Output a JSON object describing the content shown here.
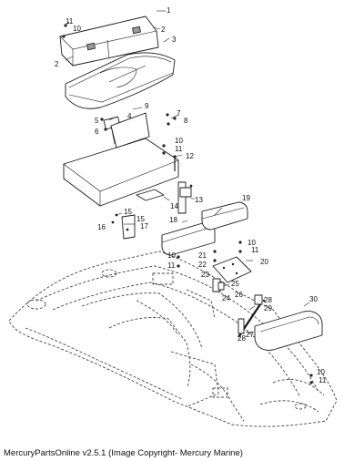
{
  "diagram": {
    "callouts": [
      {
        "id": "c1",
        "text": "1"
      },
      {
        "id": "c2a",
        "text": "2"
      },
      {
        "id": "c2b",
        "text": "2"
      },
      {
        "id": "c3",
        "text": "3"
      },
      {
        "id": "c11a",
        "text": "11"
      },
      {
        "id": "c10a",
        "text": "10"
      },
      {
        "id": "c4",
        "text": "4"
      },
      {
        "id": "c5",
        "text": "5"
      },
      {
        "id": "c6",
        "text": "6"
      },
      {
        "id": "c7",
        "text": "7"
      },
      {
        "id": "c8",
        "text": "8"
      },
      {
        "id": "c9",
        "text": "9"
      },
      {
        "id": "c10b",
        "text": "10"
      },
      {
        "id": "c11b",
        "text": "11"
      },
      {
        "id": "c12",
        "text": "12"
      },
      {
        "id": "c13",
        "text": "13"
      },
      {
        "id": "c14",
        "text": "14"
      },
      {
        "id": "c15a",
        "text": "15"
      },
      {
        "id": "c15b",
        "text": "15"
      },
      {
        "id": "c16",
        "text": "16"
      },
      {
        "id": "c17",
        "text": "17"
      },
      {
        "id": "c18",
        "text": "18"
      },
      {
        "id": "c19",
        "text": "19"
      },
      {
        "id": "c10c",
        "text": "10"
      },
      {
        "id": "c11c",
        "text": "11"
      },
      {
        "id": "c10d",
        "text": "10"
      },
      {
        "id": "c11d",
        "text": "11"
      },
      {
        "id": "c21",
        "text": "21"
      },
      {
        "id": "c22",
        "text": "22"
      },
      {
        "id": "c20",
        "text": "20"
      },
      {
        "id": "c23",
        "text": "23"
      },
      {
        "id": "c25",
        "text": "25"
      },
      {
        "id": "c24",
        "text": "24"
      },
      {
        "id": "c26",
        "text": "26"
      },
      {
        "id": "c28a",
        "text": "28"
      },
      {
        "id": "c29",
        "text": "29"
      },
      {
        "id": "c27",
        "text": "27"
      },
      {
        "id": "c28b",
        "text": "28"
      },
      {
        "id": "c30",
        "text": "30"
      },
      {
        "id": "c10e",
        "text": "10"
      },
      {
        "id": "c11e",
        "text": "11"
      }
    ]
  },
  "footer": {
    "caption": "MercuryPartsOnline v2.5.1 (Image Copyright- Mercury Marine)"
  }
}
